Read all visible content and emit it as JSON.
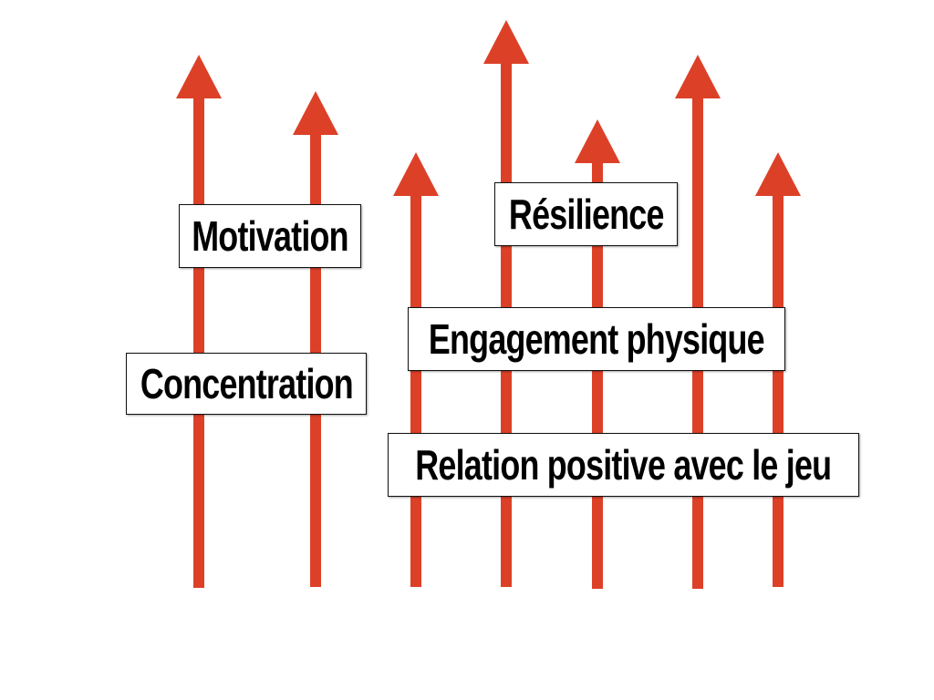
{
  "diagram": {
    "arrow_color": "#dc4128",
    "labels": {
      "motivation": "Motivation",
      "concentration": "Concentration",
      "resilience": "Résilience",
      "engagement": "Engagement physique",
      "relation": "Relation positive avec le jeu"
    }
  }
}
